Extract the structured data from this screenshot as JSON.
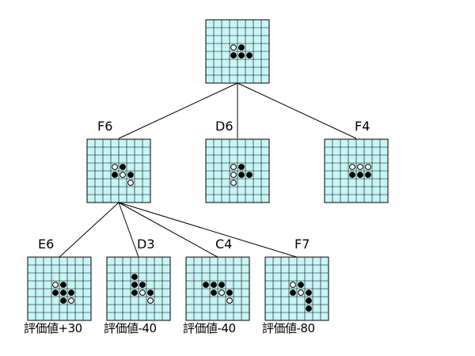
{
  "colors": {
    "board_fill": "#c8f6f6",
    "grid_line": "#000000",
    "black_stone": "#000000",
    "white_stone": "#ffffff",
    "edge": "#000000"
  },
  "board_size": 8,
  "root": {
    "stones": [
      {
        "col": 4,
        "row": 4,
        "color": "white"
      },
      {
        "col": 5,
        "row": 4,
        "color": "black"
      },
      {
        "col": 4,
        "row": 5,
        "color": "black"
      },
      {
        "col": 5,
        "row": 5,
        "color": "black"
      },
      {
        "col": 6,
        "row": 5,
        "color": "black"
      }
    ]
  },
  "level1": [
    {
      "move": "F6",
      "stones": [
        {
          "col": 4,
          "row": 4,
          "color": "white"
        },
        {
          "col": 5,
          "row": 4,
          "color": "black"
        },
        {
          "col": 4,
          "row": 5,
          "color": "black"
        },
        {
          "col": 5,
          "row": 5,
          "color": "white"
        },
        {
          "col": 6,
          "row": 5,
          "color": "black"
        },
        {
          "col": 6,
          "row": 6,
          "color": "white"
        }
      ]
    },
    {
      "move": "D6",
      "stones": [
        {
          "col": 4,
          "row": 4,
          "color": "white"
        },
        {
          "col": 5,
          "row": 4,
          "color": "black"
        },
        {
          "col": 4,
          "row": 5,
          "color": "white"
        },
        {
          "col": 5,
          "row": 5,
          "color": "black"
        },
        {
          "col": 6,
          "row": 5,
          "color": "black"
        },
        {
          "col": 4,
          "row": 6,
          "color": "white"
        }
      ]
    },
    {
      "move": "F4",
      "stones": [
        {
          "col": 4,
          "row": 4,
          "color": "white"
        },
        {
          "col": 5,
          "row": 4,
          "color": "white"
        },
        {
          "col": 6,
          "row": 4,
          "color": "white"
        },
        {
          "col": 4,
          "row": 5,
          "color": "black"
        },
        {
          "col": 5,
          "row": 5,
          "color": "black"
        },
        {
          "col": 6,
          "row": 5,
          "color": "black"
        }
      ]
    }
  ],
  "level2": [
    {
      "move": "E6",
      "score": "評価値+30",
      "stones": [
        {
          "col": 4,
          "row": 4,
          "color": "white"
        },
        {
          "col": 5,
          "row": 4,
          "color": "black"
        },
        {
          "col": 4,
          "row": 5,
          "color": "black"
        },
        {
          "col": 5,
          "row": 5,
          "color": "black"
        },
        {
          "col": 6,
          "row": 5,
          "color": "black"
        },
        {
          "col": 5,
          "row": 6,
          "color": "black"
        },
        {
          "col": 6,
          "row": 6,
          "color": "white"
        }
      ]
    },
    {
      "move": "D3",
      "score": "評価値-40",
      "stones": [
        {
          "col": 4,
          "row": 3,
          "color": "black"
        },
        {
          "col": 4,
          "row": 4,
          "color": "black"
        },
        {
          "col": 5,
          "row": 4,
          "color": "black"
        },
        {
          "col": 4,
          "row": 5,
          "color": "black"
        },
        {
          "col": 5,
          "row": 5,
          "color": "white"
        },
        {
          "col": 6,
          "row": 5,
          "color": "black"
        },
        {
          "col": 6,
          "row": 6,
          "color": "white"
        }
      ]
    },
    {
      "move": "C4",
      "score": "評価値-40",
      "stones": [
        {
          "col": 3,
          "row": 4,
          "color": "black"
        },
        {
          "col": 4,
          "row": 4,
          "color": "black"
        },
        {
          "col": 5,
          "row": 4,
          "color": "black"
        },
        {
          "col": 4,
          "row": 5,
          "color": "black"
        },
        {
          "col": 5,
          "row": 5,
          "color": "white"
        },
        {
          "col": 6,
          "row": 5,
          "color": "black"
        },
        {
          "col": 6,
          "row": 6,
          "color": "white"
        }
      ]
    },
    {
      "move": "F7",
      "score": "評価値-80",
      "stones": [
        {
          "col": 4,
          "row": 4,
          "color": "white"
        },
        {
          "col": 5,
          "row": 4,
          "color": "black"
        },
        {
          "col": 4,
          "row": 5,
          "color": "black"
        },
        {
          "col": 5,
          "row": 5,
          "color": "white"
        },
        {
          "col": 6,
          "row": 5,
          "color": "black"
        },
        {
          "col": 6,
          "row": 6,
          "color": "black"
        },
        {
          "col": 6,
          "row": 7,
          "color": "black"
        }
      ]
    }
  ]
}
